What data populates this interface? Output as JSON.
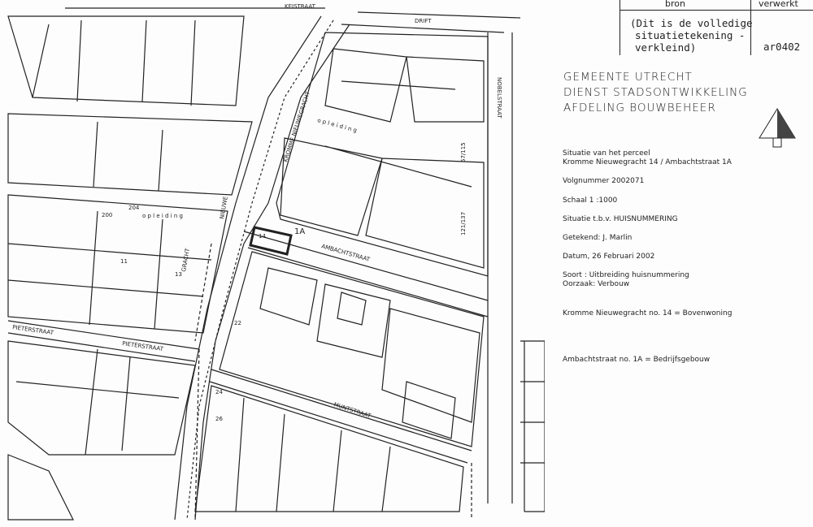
{
  "legend_box": {
    "col_source": "bron",
    "col_processed": "verwerkt",
    "source_note": [
      "(Dit is de volledige",
      "situatietekening -",
      "verkleind)"
    ],
    "code": "ar0402"
  },
  "header": [
    "GEMEENTE  UTRECHT",
    "DIENST STADSONTWIKKELING",
    "AFDELING BOUWBEHEER"
  ],
  "info": {
    "subject_title": "Situatie van het perceel",
    "subject_address": "Kromme Nieuwegracht 14   / Ambachtstraat 1A",
    "sequence": "Volgnummer 2002071",
    "scale": "Schaal 1 :1000",
    "purpose": "Situatie t.b.v. HUISNUMMERING",
    "drawn_by": "Getekend: J. Marlin",
    "date": "Datum, 26 Februari 2002",
    "type": "Soort : Uitbreiding huisnummering",
    "cause": "Oorzaak: Verbouw",
    "note1": "Kromme Nieuwegracht no. 14 = Bovenwoning",
    "note2": "Ambachtstraat no. 1A = Bedrijfsgebouw"
  },
  "map_labels": {
    "keistraat": "KEISTRAAT",
    "drift": "DRIFT",
    "nobelstraat": "NOBELSTRAAT",
    "kromme": "KROMME NIEUWEGRACHT",
    "ambacht": "AMBACHTSTRAAT",
    "pieter1": "PIETERSTRAAT",
    "pieter2": "PIETERSTRAAT",
    "munt": "MUNTSTRAAT",
    "gracht": "GRACHT",
    "nieuwe": "NIEUWE",
    "opleiding1": "o p l e i d i n g",
    "opleiding2": "o p l e i d i n g",
    "parcel": "1A",
    "n14": "14",
    "n57": "57/115",
    "n121": "121/137",
    "n11": "11",
    "n13": "13",
    "n22": "22",
    "n24": "24",
    "n26": "26",
    "n200": "200",
    "n204": "204"
  }
}
